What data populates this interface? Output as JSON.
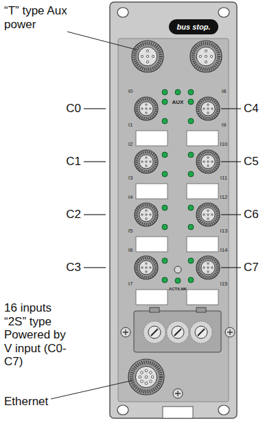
{
  "diagram": {
    "labels": [
      "“T” type Aux power",
      "C0",
      "C1",
      "C2",
      "C3",
      "C4",
      "C5",
      "C6",
      "C7",
      "16 inputs “2S” type Powered by V input (C0-C7)",
      "Ethernet",
      "bus stop.",
      "AUX",
      "I0",
      "I1",
      "I2",
      "I3",
      "I4",
      "I5",
      "I6",
      "I7",
      "I8",
      "I9",
      "I10",
      "I11",
      "I12",
      "I13",
      "I14",
      "I15",
      "ACT/LNK"
    ]
  }
}
